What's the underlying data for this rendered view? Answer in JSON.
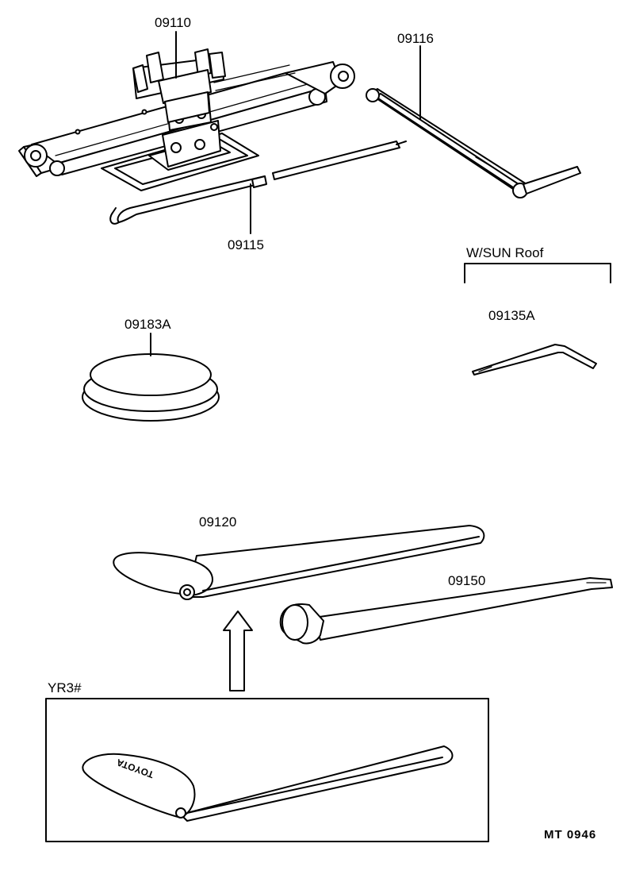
{
  "labels": {
    "jack": "09110",
    "handle": "09115",
    "crank": "09116",
    "sunroof_note": "W/SUN Roof",
    "sunroof_tool": "09135A",
    "cap": "09183A",
    "bag": "09120",
    "wrench": "09150",
    "variant": "YR3#",
    "drawing_code": "MT  0946"
  },
  "bag_logo": "TOYOTA"
}
